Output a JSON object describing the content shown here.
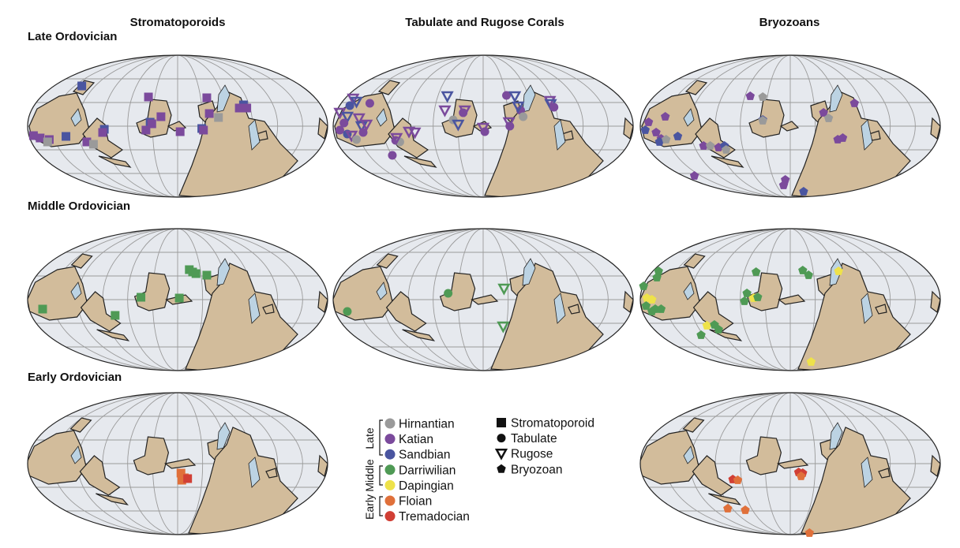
{
  "columns": [
    "Stromatoporoids",
    "Tabulate and Rugose Corals",
    "Bryozoans"
  ],
  "rows": [
    "Late Ordovician",
    "Middle Ordovician",
    "Early Ordovician"
  ],
  "colors": {
    "ocean": "#e6e9ee",
    "land": "#d2bc9b",
    "shelf": "#bcd3e3",
    "grid": "#9a9a9a"
  },
  "legend": {
    "periods": [
      {
        "label": "Late",
        "stages": [
          "Hirnantian",
          "Katian",
          "Sandbian"
        ]
      },
      {
        "label": "Middle",
        "stages": [
          "Darriwilian",
          "Dapingian"
        ]
      },
      {
        "label": "Early",
        "stages": [
          "Floian",
          "Tremadocian"
        ]
      }
    ],
    "stages": [
      {
        "name": "Hirnantian",
        "color": "#9a9a9a"
      },
      {
        "name": "Katian",
        "color": "#7b4a9c"
      },
      {
        "name": "Sandbian",
        "color": "#4a55a0"
      },
      {
        "name": "Darriwilian",
        "color": "#4f9a55"
      },
      {
        "name": "Dapingian",
        "color": "#eee24a"
      },
      {
        "name": "Floian",
        "color": "#e0703a"
      },
      {
        "name": "Tremadocian",
        "color": "#d13f35"
      }
    ],
    "types": [
      {
        "name": "Stromatoporoid",
        "shape": "square"
      },
      {
        "name": "Tabulate",
        "shape": "circle"
      },
      {
        "name": "Rugose",
        "shape": "triangle-down-open"
      },
      {
        "name": "Bryozoan",
        "shape": "pentagon"
      }
    ]
  },
  "maps": [
    {
      "row": "Late Ordovician",
      "column": "Stromatoporoids",
      "markers": [
        [
          -115,
          51,
          "Sandbian",
          "Stromatoporoid"
        ],
        [
          -173,
          -12,
          "Katian",
          "Stromatoporoid"
        ],
        [
          -165,
          -15,
          "Katian",
          "Stromatoporoid"
        ],
        [
          -154,
          -17,
          "Katian",
          "Stromatoporoid"
        ],
        [
          -156,
          -20,
          "Hirnantian",
          "Stromatoporoid"
        ],
        [
          -134,
          -13,
          "Sandbian",
          "Stromatoporoid"
        ],
        [
          -109,
          -20,
          "Katian",
          "Stromatoporoid"
        ],
        [
          -101,
          -23,
          "Hirnantian",
          "Stromatoporoid"
        ],
        [
          -88,
          -4,
          "Sandbian",
          "Stromatoporoid"
        ],
        [
          -90,
          -8,
          "Katian",
          "Stromatoporoid"
        ],
        [
          -35,
          37,
          "Katian",
          "Stromatoporoid"
        ],
        [
          -20,
          12,
          "Katian",
          "Stromatoporoid"
        ],
        [
          -33,
          5,
          "Sandbian",
          "Stromatoporoid"
        ],
        [
          -31,
          3,
          "Katian",
          "Stromatoporoid"
        ],
        [
          -38,
          -5,
          "Katian",
          "Stromatoporoid"
        ],
        [
          3,
          -7,
          "Katian",
          "Stromatoporoid"
        ],
        [
          35,
          36,
          "Katian",
          "Stromatoporoid"
        ],
        [
          38,
          16,
          "Katian",
          "Stromatoporoid"
        ],
        [
          49,
          11,
          "Hirnantian",
          "Stromatoporoid"
        ],
        [
          29,
          -3,
          "Sandbian",
          "Stromatoporoid"
        ],
        [
          31,
          -5,
          "Katian",
          "Stromatoporoid"
        ],
        [
          79,
          27,
          "Sandbian",
          "Stromatoporoid"
        ],
        [
          74,
          23,
          "Katian",
          "Stromatoporoid"
        ],
        [
          83,
          23,
          "Katian",
          "Stromatoporoid"
        ]
      ]
    },
    {
      "row": "Late Ordovician",
      "column": "Tabulate and Rugose Corals",
      "markers": [
        [
          -156,
          35,
          "Katian",
          "Rugose"
        ],
        [
          -152,
          31,
          "Sandbian",
          "Rugose"
        ],
        [
          -160,
          26,
          "Sandbian",
          "Tabulate"
        ],
        [
          -136,
          29,
          "Katian",
          "Tabulate"
        ],
        [
          -172,
          17,
          "Katian",
          "Rugose"
        ],
        [
          -163,
          12,
          "Sandbian",
          "Rugose"
        ],
        [
          -167,
          4,
          "Katian",
          "Tabulate"
        ],
        [
          -149,
          10,
          "Katian",
          "Rugose"
        ],
        [
          -146,
          0,
          "Sandbian",
          "Rugose"
        ],
        [
          -172,
          -5,
          "Katian",
          "Tabulate"
        ],
        [
          -144,
          -8,
          "Katian",
          "Tabulate"
        ],
        [
          -163,
          -10,
          "Sandbian",
          "Tabulate"
        ],
        [
          -158,
          -12,
          "Katian",
          "Rugose"
        ],
        [
          -152,
          -17,
          "Hirnantian",
          "Tabulate"
        ],
        [
          -140,
          2,
          "Katian",
          "Rugose"
        ],
        [
          -89,
          -7,
          "Katian",
          "Rugose"
        ],
        [
          -82,
          -8,
          "Katian",
          "Rugose"
        ],
        [
          -105,
          -18,
          "Katian",
          "Tabulate"
        ],
        [
          -100,
          -20,
          "Hirnantian",
          "Tabulate"
        ],
        [
          -104,
          -15,
          "Katian",
          "Rugose"
        ],
        [
          -109,
          -37,
          "Katian",
          "Tabulate"
        ],
        [
          -43,
          38,
          "Sandbian",
          "Rugose"
        ],
        [
          -46,
          20,
          "Katian",
          "Rugose"
        ],
        [
          -24,
          17,
          "Katian",
          "Tabulate"
        ],
        [
          -22,
          20,
          "Katian",
          "Rugose"
        ],
        [
          -36,
          8,
          "Hirnantian",
          "Tabulate"
        ],
        [
          -30,
          2,
          "Sandbian",
          "Rugose"
        ],
        [
          0,
          -2,
          "Katian",
          "Rugose"
        ],
        [
          2,
          -7,
          "Katian",
          "Tabulate"
        ],
        [
          28,
          39,
          "Katian",
          "Tabulate"
        ],
        [
          38,
          38,
          "Sandbian",
          "Rugose"
        ],
        [
          31,
          5,
          "Katian",
          "Rugose"
        ],
        [
          32,
          0,
          "Katian",
          "Tabulate"
        ],
        [
          45,
          20,
          "Katian",
          "Tabulate"
        ],
        [
          42,
          25,
          "Sandbian",
          "Rugose"
        ],
        [
          48,
          12,
          "Hirnantian",
          "Tabulate"
        ],
        [
          80,
          32,
          "Katian",
          "Rugose"
        ],
        [
          81,
          28,
          "Sandbian",
          "Rugose"
        ],
        [
          85,
          24,
          "Katian",
          "Tabulate"
        ]
      ]
    },
    {
      "row": "Late Ordovician",
      "column": "Bryozoans",
      "markers": [
        [
          -170,
          5,
          "Katian",
          "Bryozoan"
        ],
        [
          -150,
          12,
          "Katian",
          "Bryozoan"
        ],
        [
          -174,
          -5,
          "Sandbian",
          "Bryozoan"
        ],
        [
          -161,
          -8,
          "Katian",
          "Bryozoan"
        ],
        [
          -155,
          -16,
          "Katian",
          "Bryozoan"
        ],
        [
          -157,
          -20,
          "Sandbian",
          "Bryozoan"
        ],
        [
          -149,
          -17,
          "Hirnantian",
          "Bryozoan"
        ],
        [
          -135,
          -13,
          "Sandbian",
          "Bryozoan"
        ],
        [
          -104,
          -25,
          "Katian",
          "Bryozoan"
        ],
        [
          -96,
          -25,
          "Hirnantian",
          "Bryozoan"
        ],
        [
          -86,
          -27,
          "Katian",
          "Bryozoan"
        ],
        [
          -79,
          -25,
          "Sandbian",
          "Bryozoan"
        ],
        [
          -77,
          -30,
          "Hirnantian",
          "Bryozoan"
        ],
        [
          -115,
          -63,
          "Katian",
          "Bryozoan"
        ],
        [
          -48,
          38,
          "Katian",
          "Bryozoan"
        ],
        [
          -33,
          37,
          "Hirnantian",
          "Bryozoan"
        ],
        [
          -33,
          8,
          "Sandbian",
          "Bryozoan"
        ],
        [
          -33,
          7,
          "Hirnantian",
          "Bryozoan"
        ],
        [
          -6,
          -68,
          "Katian",
          "Bryozoan"
        ],
        [
          -8,
          -75,
          "Katian",
          "Bryozoan"
        ],
        [
          16,
          -83,
          "Sandbian",
          "Bryozoan"
        ],
        [
          40,
          17,
          "Katian",
          "Bryozoan"
        ],
        [
          46,
          10,
          "Hirnantian",
          "Bryozoan"
        ],
        [
          63,
          -15,
          "Katian",
          "Bryozoan"
        ],
        [
          57,
          -17,
          "Katian",
          "Bryozoan"
        ],
        [
          77,
          29,
          "Katian",
          "Bryozoan"
        ]
      ]
    },
    {
      "row": "Middle Ordovician",
      "column": "Stromatoporoids",
      "markers": [
        [
          14,
          38,
          "Darriwilian",
          "Stromatoporoid"
        ],
        [
          18,
          35,
          "Darriwilian",
          "Stromatoporoid"
        ],
        [
          22,
          33,
          "Darriwilian",
          "Stromatoporoid"
        ],
        [
          35,
          31,
          "Darriwilian",
          "Stromatoporoid"
        ],
        [
          -162,
          -12,
          "Darriwilian",
          "Stromatoporoid"
        ],
        [
          -75,
          -20,
          "Darriwilian",
          "Stromatoporoid"
        ],
        [
          -44,
          3,
          "Darriwilian",
          "Stromatoporoid"
        ],
        [
          2,
          2,
          "Darriwilian",
          "Stromatoporoid"
        ]
      ]
    },
    {
      "row": "Middle Ordovician",
      "column": "Tabulate and Rugose Corals",
      "markers": [
        [
          -163,
          -15,
          "Darriwilian",
          "Tabulate"
        ],
        [
          -42,
          8,
          "Darriwilian",
          "Tabulate"
        ],
        [
          25,
          14,
          "Darriwilian",
          "Rugose"
        ],
        [
          24,
          -34,
          "Darriwilian",
          "Rugose"
        ]
      ]
    },
    {
      "row": "Middle Ordovician",
      "column": "Bryozoans",
      "markers": [
        [
          -176,
          17,
          "Darriwilian",
          "Bryozoan"
        ],
        [
          -158,
          36,
          "Darriwilian",
          "Bryozoan"
        ],
        [
          -160,
          28,
          "Darriwilian",
          "Bryozoan"
        ],
        [
          -172,
          2,
          "Dapingian",
          "Bryozoan"
        ],
        [
          -166,
          0,
          "Dapingian",
          "Bryozoan"
        ],
        [
          -173,
          -8,
          "Darriwilian",
          "Bryozoan"
        ],
        [
          -162,
          -12,
          "Darriwilian",
          "Bryozoan"
        ],
        [
          -155,
          -12,
          "Darriwilian",
          "Bryozoan"
        ],
        [
          -166,
          -15,
          "Darriwilian",
          "Bryozoan"
        ],
        [
          -41,
          35,
          "Darriwilian",
          "Bryozoan"
        ],
        [
          -52,
          8,
          "Darriwilian",
          "Bryozoan"
        ],
        [
          -44,
          2,
          "Dapingian",
          "Bryozoan"
        ],
        [
          -39,
          3,
          "Darriwilian",
          "Bryozoan"
        ],
        [
          -55,
          -2,
          "Darriwilian",
          "Bryozoan"
        ],
        [
          -100,
          -33,
          "Dapingian",
          "Bryozoan"
        ],
        [
          -91,
          -32,
          "Darriwilian",
          "Bryozoan"
        ],
        [
          -86,
          -38,
          "Darriwilian",
          "Bryozoan"
        ],
        [
          -107,
          -45,
          "Darriwilian",
          "Bryozoan"
        ],
        [
          15,
          37,
          "Darriwilian",
          "Bryozoan"
        ],
        [
          22,
          31,
          "Darriwilian",
          "Bryozoan"
        ],
        [
          58,
          36,
          "Dapingian",
          "Bryozoan"
        ],
        [
          25,
          -79,
          "Dapingian",
          "Bryozoan"
        ]
      ]
    },
    {
      "row": "Early Ordovician",
      "column": "Stromatoporoids",
      "markers": [
        [
          4,
          -12,
          "Floian",
          "Stromatoporoid"
        ],
        [
          8,
          -18,
          "Floian",
          "Stromatoporoid"
        ],
        [
          5,
          -21,
          "Floian",
          "Stromatoporoid"
        ],
        [
          12,
          -19,
          "Tremadocian",
          "Stromatoporoid"
        ]
      ]
    },
    {
      "row": "Early Ordovician",
      "column": "Bryozoans",
      "markers": [
        [
          10,
          -11,
          "Tremadocian",
          "Bryozoan"
        ],
        [
          15,
          -12,
          "Tremadocian",
          "Bryozoan"
        ],
        [
          13,
          -16,
          "Floian",
          "Bryozoan"
        ],
        [
          -69,
          -20,
          "Tremadocian",
          "Bryozoan"
        ],
        [
          -63,
          -21,
          "Floian",
          "Bryozoan"
        ],
        [
          -75,
          -57,
          "Floian",
          "Bryozoan"
        ],
        [
          -54,
          -59,
          "Floian",
          "Bryozoan"
        ],
        [
          23,
          -88,
          "Floian",
          "Bryozoan"
        ]
      ]
    }
  ]
}
